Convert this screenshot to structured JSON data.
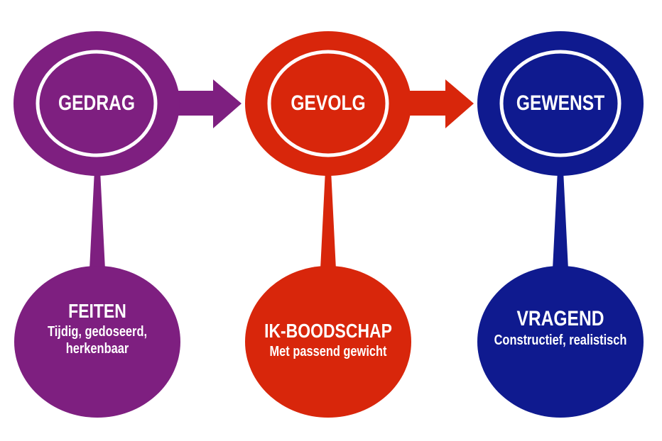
{
  "colors": {
    "purple": "#7e1f80",
    "red": "#d8260b",
    "blue": "#0f1a8f"
  },
  "steps": [
    {
      "label": "GEDRAG",
      "title": "FEITEN",
      "sub": [
        "Tijdig, gedoseerd,",
        "herkenbaar"
      ]
    },
    {
      "label": "GEVOLG",
      "title": "IK-BOODSCHAP",
      "sub": [
        "Met passend gewicht"
      ]
    },
    {
      "label": "GEWENST",
      "title": "VRAGEND",
      "sub": [
        "Constructief, realistisch"
      ]
    }
  ]
}
